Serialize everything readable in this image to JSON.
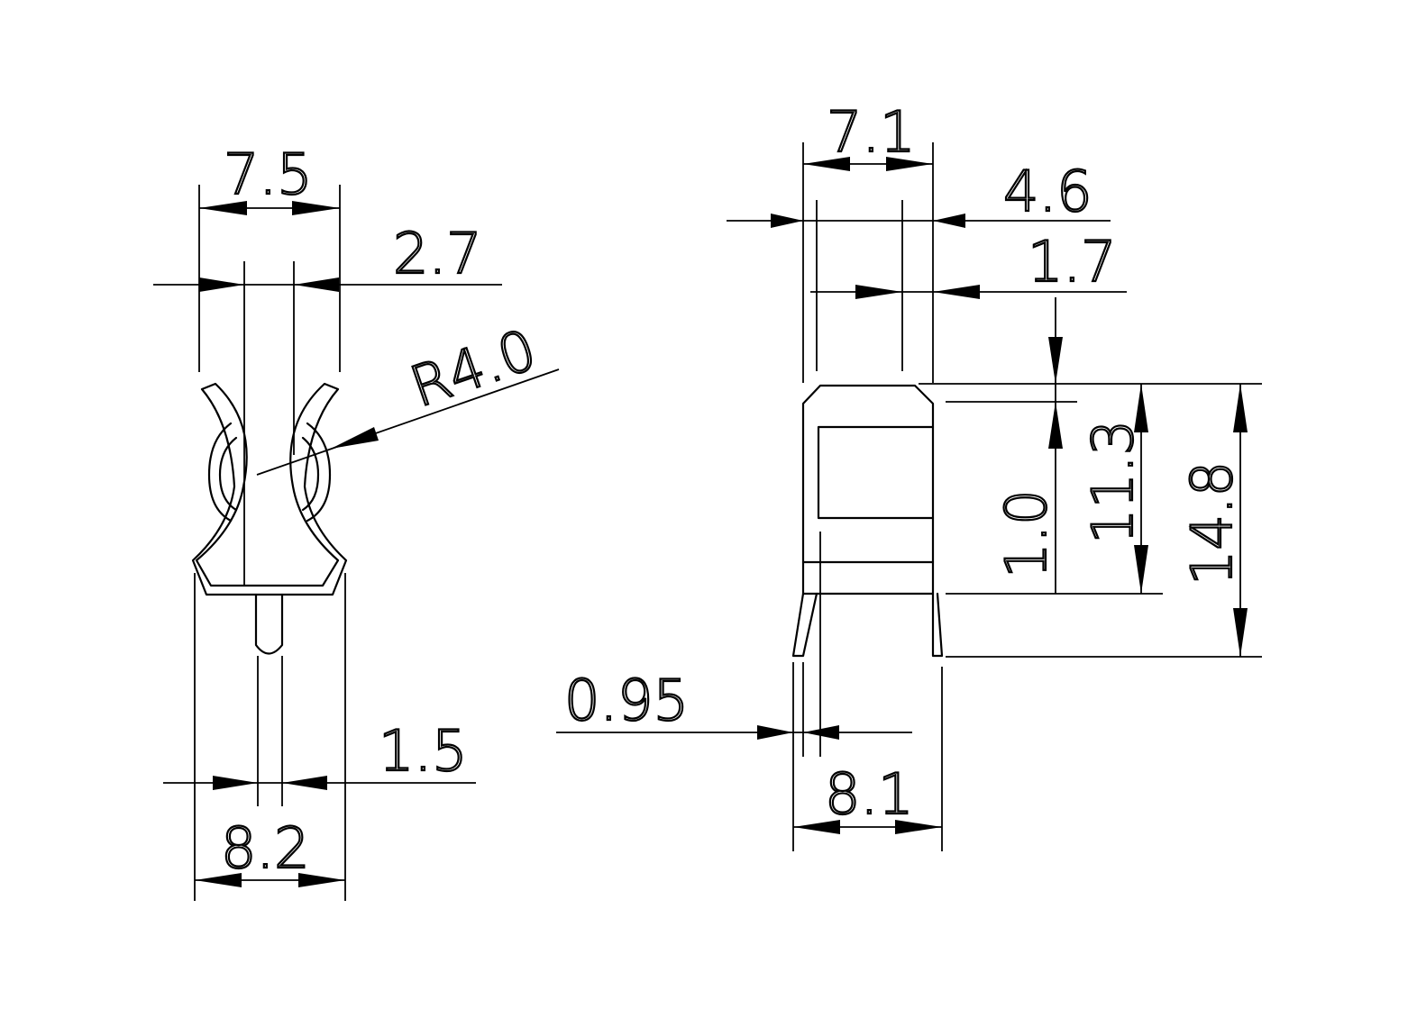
{
  "drawing": {
    "line_color": "#000000",
    "background_color": "#ffffff"
  },
  "left_view": {
    "dim_top_width": "7.5",
    "dim_slot_width": "2.7",
    "dim_radius": "R4.0",
    "dim_pin_width": "1.5",
    "dim_bottom_width": "8.2"
  },
  "right_view": {
    "dim_top_width": "7.1",
    "dim_outer_offset": "4.6",
    "dim_inner_offset": "1.7",
    "dim_lip_height": "1.0",
    "dim_body_height": "11.3",
    "dim_total_height": "14.8",
    "dim_leg_thickness": "0.95",
    "dim_bottom_width": "8.1"
  }
}
